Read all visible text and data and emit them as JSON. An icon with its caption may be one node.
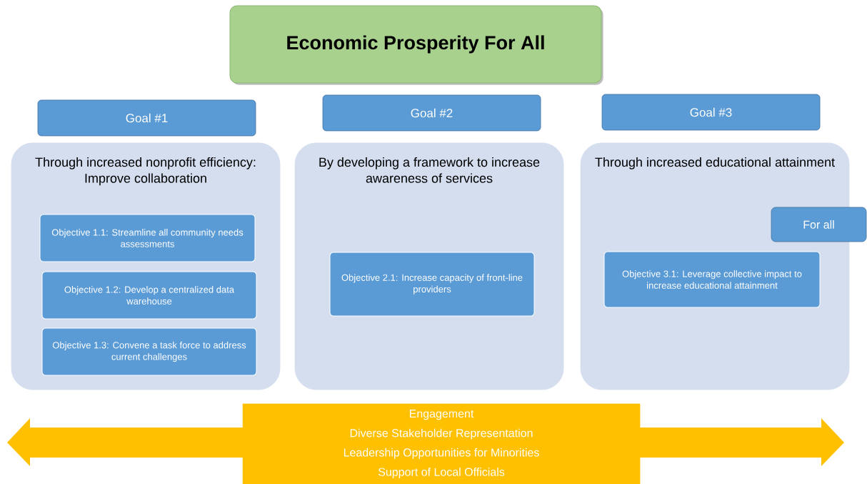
{
  "diagram": {
    "nodes": [
      {
        "text": [
          "Economic Prosperity For All"
        ]
      },
      {
        "text": [
          "Goal #1"
        ]
      },
      {
        "text": [
          "Goal #2"
        ]
      },
      {
        "text": [
          "Goal #3"
        ]
      },
      {
        "text": [
          "Through increased nonprofit efficiency: Improve collaboration"
        ]
      },
      {
        "text": [
          "Objective 1.1: Streamline all community needs assessments"
        ],
        "in": 4
      },
      {
        "text": [
          "Objective 1.2: Develop a centralized data warehouse"
        ],
        "in": 4
      },
      {
        "text": [
          "Objective 1.3: Convene a task force to address current challenges"
        ],
        "in": 4
      },
      {
        "text": [
          "By developing a framework to increase awareness of services"
        ]
      },
      {
        "text": [
          "Objective 2.1: Increase capacity of front-line providers"
        ],
        "in": 8
      },
      {
        "text": [
          "Through increased educational attainment"
        ]
      },
      {
        "text": [
          "For all"
        ]
      },
      {
        "text": [
          "Objective 3.1: Leverage collective impact to increase educational attainment"
        ],
        "in": 10
      },
      {
        "text": [
          "Engagement",
          "Diverse Stakeholder Representation",
          "Leadership Opportunities for Minorities",
          "Support of Local Officials"
        ]
      }
    ]
  }
}
